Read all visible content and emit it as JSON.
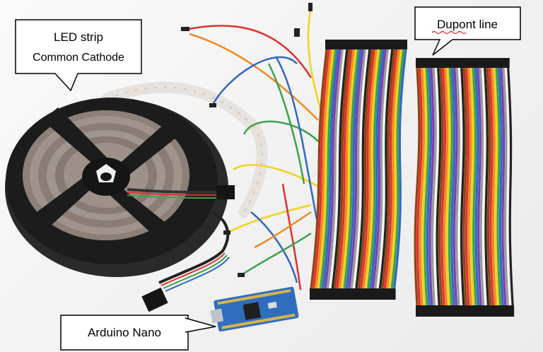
{
  "callouts": {
    "led_strip": {
      "title": "LED strip",
      "subtitle": "Common Cathode"
    },
    "dupont": {
      "label": "Dupont line"
    },
    "arduino": {
      "label": "Arduino Nano"
    }
  },
  "colors": {
    "background": "#f2f2f2",
    "reel": "#1c1c1c",
    "strip": "#e9e4e0",
    "board": "#2f6ebf",
    "spellcheck": "#e02020"
  },
  "rainbow": [
    "#8b4513",
    "#e03030",
    "#f08a1e",
    "#f2d21e",
    "#3aa24a",
    "#2f67c8",
    "#7b3fb3",
    "#9a9a9a",
    "#f5f5f5",
    "#222222"
  ]
}
